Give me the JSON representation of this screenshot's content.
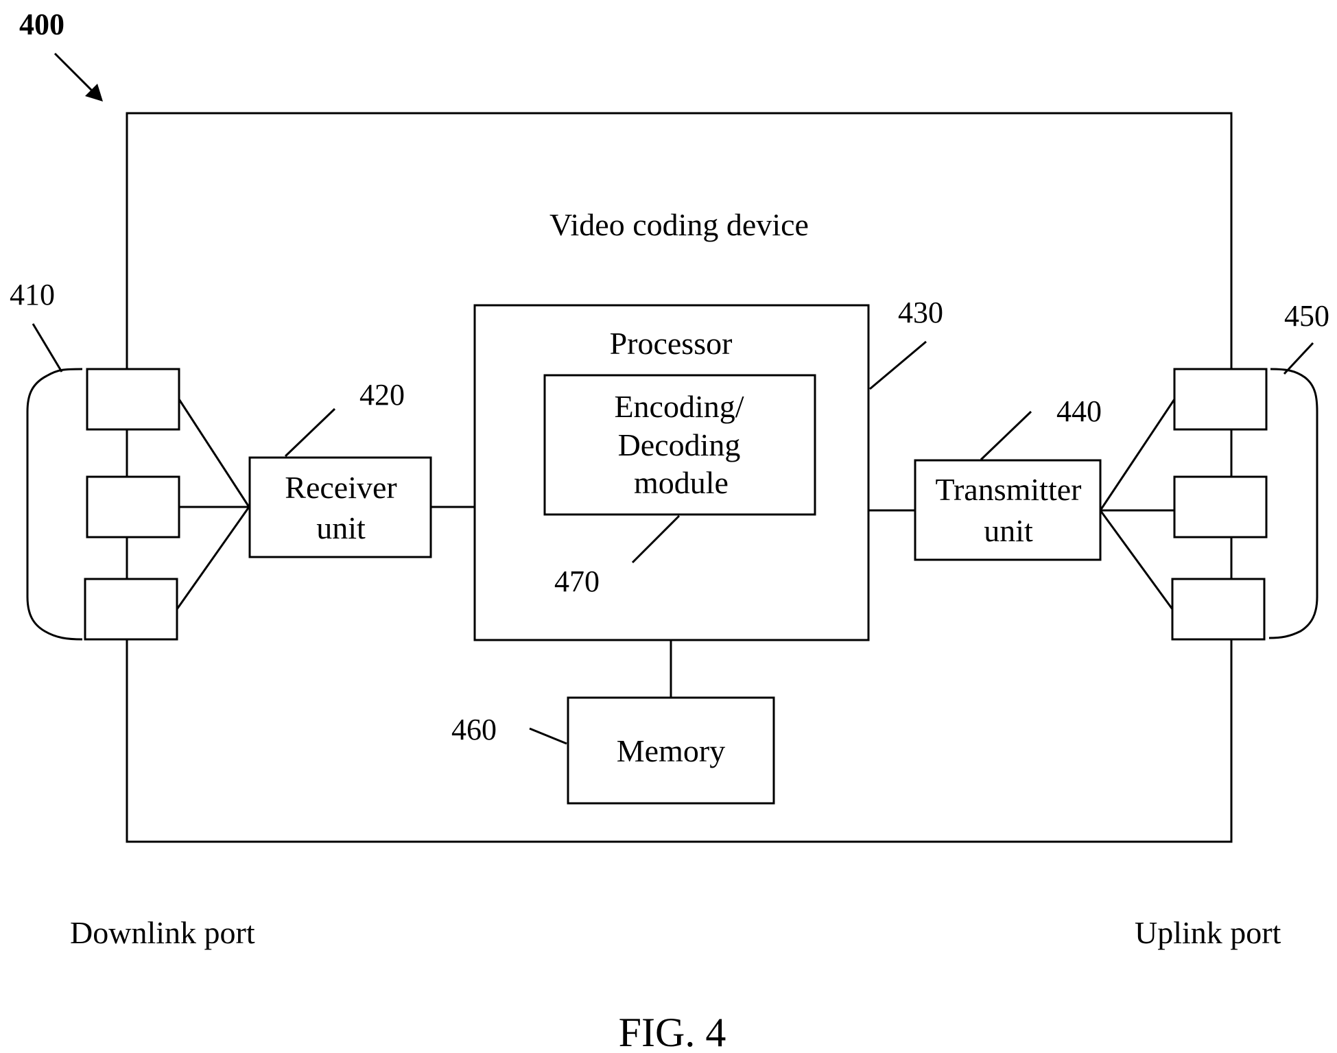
{
  "figure": {
    "reference": "400",
    "caption": "FIG. 4"
  },
  "device": {
    "label": "Video coding device"
  },
  "downlink": {
    "reference": "410",
    "label": "Downlink port"
  },
  "uplink": {
    "reference": "450",
    "label": "Uplink port"
  },
  "receiver": {
    "reference": "420",
    "label_line1": "Receiver",
    "label_line2": "unit"
  },
  "processor": {
    "reference": "430",
    "label": "Processor"
  },
  "module": {
    "reference": "470",
    "label_line1": "Encoding/",
    "label_line2": "Decoding",
    "label_line3": "module"
  },
  "transmitter": {
    "reference": "440",
    "label_line1": "Transmitter",
    "label_line2": "unit"
  },
  "memory": {
    "reference": "460",
    "label": "Memory"
  }
}
